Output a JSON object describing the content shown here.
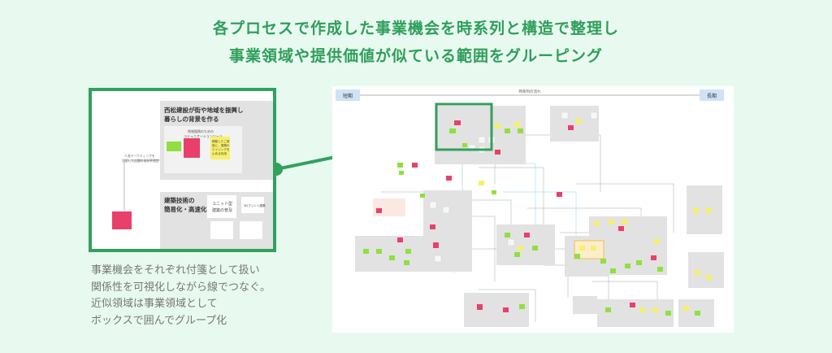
{
  "heading": {
    "line1": "各プロセスで作成した事業機会を時系列と構造で整理し",
    "line2": "事業領域や提供価値が似ている範囲をグルーピング"
  },
  "caption": {
    "line1": "事業機会をそれぞれ付箋として扱い",
    "line2": "関係性を可視化しながら線でつなぐ。",
    "line3": "近似領域は事業領域として",
    "line4": "ボックスで囲んでグループ化"
  },
  "zoom": {
    "group1_title": "西松建設が街や地域を振興し暮らしの背景を作る",
    "group1_title_l1": "西松建設が街や地域を振興し",
    "group1_title_l2": "暮らしの背景を作る",
    "group1_sub_l1": "地域復興のための",
    "group1_sub_l2": "コミュニケーションツール",
    "group2_title_l1": "建築技術の",
    "group2_title_l2": "簡易化・高速化",
    "card_unit_l1": "ユニット型",
    "card_unit_l2": "建築の普及",
    "card_3d": "3Dプリント建築",
    "left_note_l1": "人流マーケティングを",
    "left_note_l2": "活用した店舗の高効率運営",
    "note_yellow_l1": "移動したご家",
    "note_yellow_l2": "族に、遠隔の",
    "note_yellow_l3": "エイジングを",
    "note_yellow_l4": "止める利用"
  },
  "board": {
    "axis_short": "短期",
    "axis_long": "長期",
    "axis_center": "時系列の流れ"
  },
  "colors": {
    "accent": "#33a05e",
    "title": "#2f9e5b",
    "background": "#e8faf0",
    "sticky_pink": "#e8406a",
    "sticky_yellow": "#f7f06a",
    "sticky_green": "#8fe040",
    "group_gray": "#e2e2e2"
  }
}
